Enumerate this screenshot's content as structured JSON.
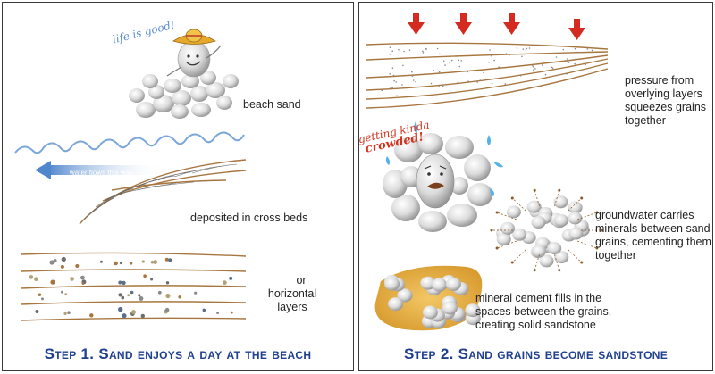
{
  "panel1": {
    "speech": "life is good!",
    "beach_sand": "beach sand",
    "water_flows": "water flows this way",
    "cross_beds": "deposited in cross beds",
    "or_text": "or",
    "horizontal": "horizontal",
    "layers": "layers",
    "step_title": "Step 1. Sand enjoys a day at the beach"
  },
  "panel2": {
    "pressure": [
      "pressure from",
      "overlying layers",
      "squeezes grains",
      "together"
    ],
    "crowded_1": "getting kinda",
    "crowded_2": "crowded!",
    "groundwater": [
      "groundwater carries",
      "minerals between sand",
      "grains, cementing them",
      "together"
    ],
    "cement": [
      "mineral cement fills in the",
      "spaces between the grains,",
      "creating solid sandstone"
    ],
    "step_title": "Step 2. Sand grains become sandstone"
  },
  "colors": {
    "title_blue": "#1f3f8f",
    "arrow_red": "#d42a1f",
    "water_blue": "#6fa0d8",
    "layer_brown": "#a7763f",
    "cement_gold": "#e5b24a",
    "handwriting_red": "#d4331f"
  }
}
